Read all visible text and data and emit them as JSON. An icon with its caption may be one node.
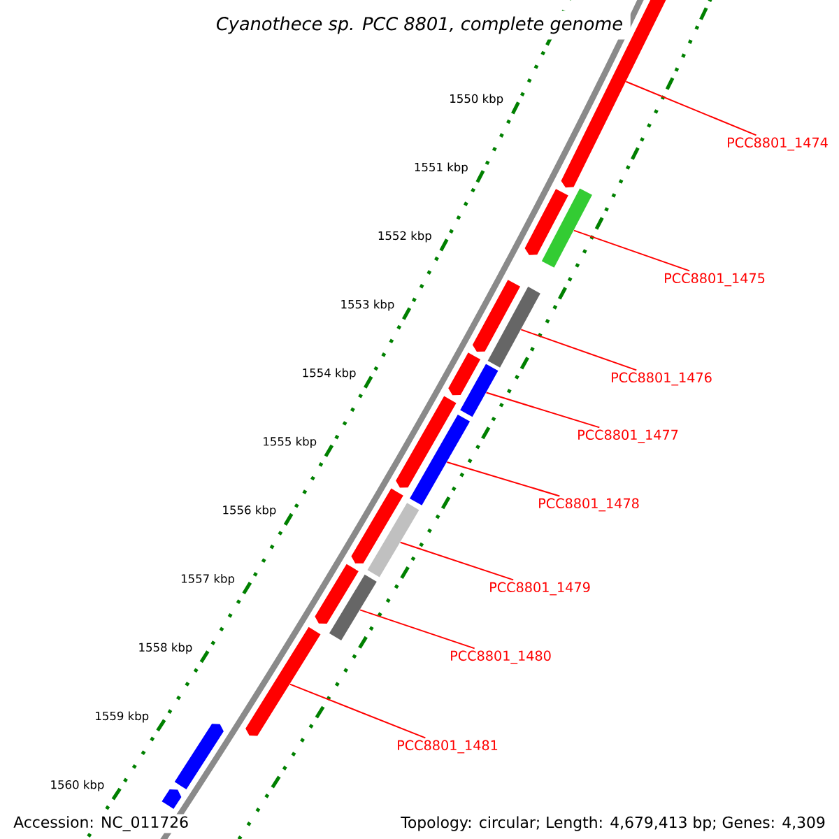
{
  "diagram": {
    "title": "Cyanothece sp. PCC 8801, complete genome",
    "nodes": [
      {
        "text": [
          "PCC8801_1474"
        ]
      },
      {
        "text": [
          "PCC8801_1475"
        ]
      },
      {
        "text": [
          "PCC8801_1476"
        ]
      },
      {
        "text": [
          "PCC8801_1477"
        ]
      },
      {
        "text": [
          "PCC8801_1478"
        ]
      },
      {
        "text": [
          "PCC8801_1479"
        ]
      },
      {
        "text": [
          "PCC8801_1480"
        ]
      },
      {
        "text": [
          "PCC8801_1481"
        ]
      },
      {
        "text": [],
        "shape": "pentagon"
      },
      {
        "text": [],
        "shape": "bar"
      },
      {
        "text": [],
        "shape": "pentagon"
      },
      {
        "text": [],
        "shape": "bar"
      },
      {
        "text": [],
        "shape": "pentagon"
      },
      {
        "text": [],
        "shape": "bar"
      },
      {
        "text": [],
        "shape": "pentagon"
      },
      {
        "text": [],
        "shape": "bar"
      },
      {
        "text": [],
        "shape": "pentagon"
      },
      {
        "text": [],
        "shape": "bar"
      },
      {
        "text": [],
        "shape": "pentagon"
      },
      {
        "text": [],
        "shape": "bar"
      },
      {
        "text": [],
        "shape": "pentagon"
      },
      {
        "text": [],
        "shape": "pentagon"
      },
      {
        "text": [],
        "shape": "pentagon"
      },
      {
        "text": [],
        "shape": "pentagon"
      }
    ],
    "edges": [
      {
        "from": 0,
        "to": 8,
        "arrow": "none"
      },
      {
        "from": 1,
        "to": 9,
        "arrow": "none"
      },
      {
        "from": 2,
        "to": 11,
        "arrow": "none"
      },
      {
        "from": 3,
        "to": 13,
        "arrow": "none"
      },
      {
        "from": 4,
        "to": 15,
        "arrow": "none"
      },
      {
        "from": 5,
        "to": 17,
        "arrow": "none"
      },
      {
        "from": 6,
        "to": 19,
        "arrow": "none"
      },
      {
        "from": 7,
        "to": 21,
        "arrow": "none"
      }
    ],
    "labels": [
      "1550 kbp",
      "1551 kbp",
      "1552 kbp",
      "1553 kbp",
      "1554 kbp",
      "1555 kbp",
      "1556 kbp",
      "1557 kbp",
      "1558 kbp",
      "1559 kbp",
      "1560 kbp",
      "Accession: NC_011726",
      "Topology: circular; Length: 4,679,413 bp; Genes: 4,309"
    ]
  }
}
